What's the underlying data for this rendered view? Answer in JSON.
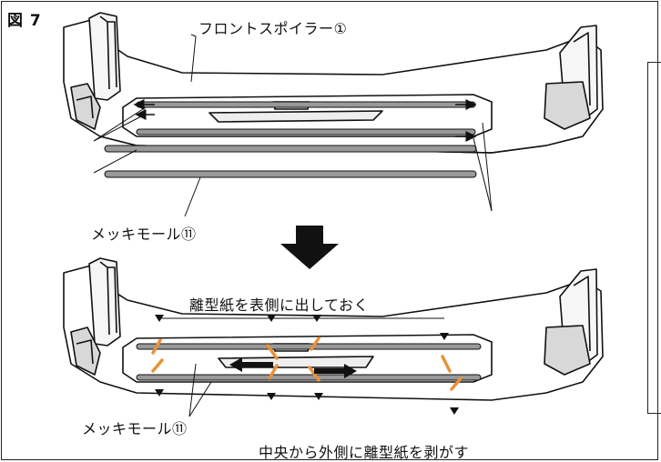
{
  "figure": {
    "label": "図 7",
    "front_spoiler": "フロントスポイラー①",
    "plating_molding_top": "メッキモール⑪",
    "plating_molding_bottom": "メッキモール⑪",
    "release_paper_out": "離型紙を表側に出しておく",
    "peel_instruction": "中央から外側に離型紙を剥がす"
  }
}
